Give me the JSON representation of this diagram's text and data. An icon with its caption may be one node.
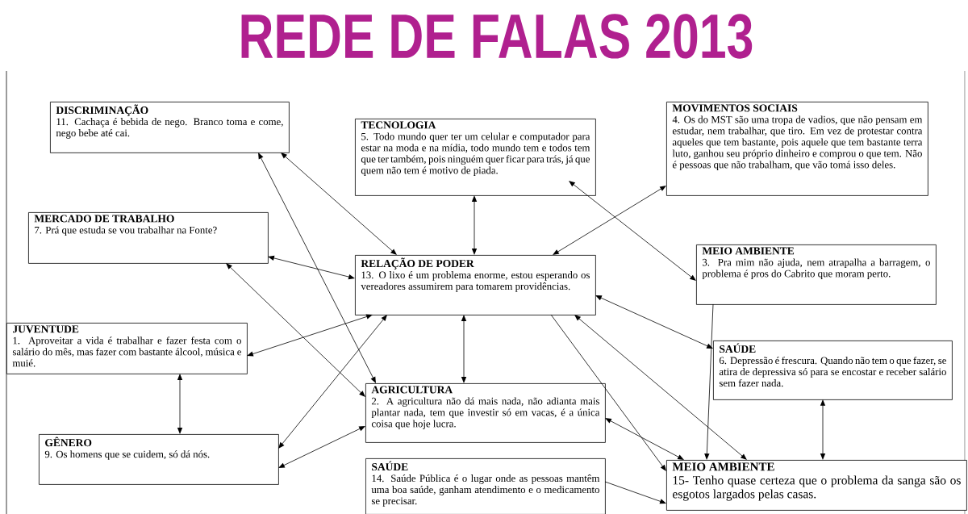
{
  "diagram": {
    "title": "REDE DE FALAS 2013",
    "nodes": [
      {
        "text": [
          "DISCRIMINAÇÃO",
          "11. Cachaça é bebida de nego. Branco toma e come, nego bebe até cai."
        ]
      },
      {
        "text": [
          "TECNOLOGIA",
          "5. Todo mundo quer ter um celular e computador para estar na moda e na mídia, todo mundo tem e todos tem que ter também, pois ninguém quer ficar para trás, já que quem não tem é motivo de piada."
        ]
      },
      {
        "text": [
          "MOVIMENTOS SOCIAIS",
          "4. Os do MST são uma tropa de vadios, que não pensam em estudar, nem trabalhar, que tiro. Em vez de protestar contra aqueles que tem bastante, pois aquele que tem bastante terra luto, ganhou seu próprio dinheiro e comprou o que tem. Não é pessoas que não trabalham, que vão tomá isso deles."
        ]
      },
      {
        "text": [
          "MERCADO DE TRABALHO",
          "7. Prá que estuda se vou trabalhar na Fonte?"
        ]
      },
      {
        "text": [
          "RELAÇÃO DE PODER",
          "13. O lixo é um problema enorme, estou esperando os vereadores assumirem para tomarem providências."
        ]
      },
      {
        "text": [
          "MEIO AMBIENTE",
          "3. Pra mim não ajuda, nem atrapalha a barragem, o problema é pros do Cabrito que moram perto."
        ]
      },
      {
        "text": [
          "JUVENTUDE",
          "1. Aproveitar a vida é trabalhar e fazer festa com o salário do mês, mas fazer com bastante álcool, música e muié."
        ]
      },
      {
        "text": [
          "SAÚDE",
          "6. Depressão é frescura. Quando não tem o que fazer, se atira de depressiva só para se encostar e receber salário sem fazer nada."
        ]
      },
      {
        "text": [
          "AGRICULTURA",
          "2. A agricultura não dá mais nada, não adianta mais plantar nada, tem que investir só em vacas, é a única coisa que hoje lucra."
        ]
      },
      {
        "text": [
          "GÊNERO",
          "9. Os homens que se cuidem, só dá nós."
        ]
      },
      {
        "text": [
          "SAÚDE",
          "14. Saúde Pública é o lugar onde as pessoas mantêm uma boa saúde, ganham atendimento e o medicamento se precisar."
        ]
      },
      {
        "text": [
          "MEIO AMBIENTE",
          "15- Tenho quase certeza que o problema da sanga são os esgotos largados pelas casas."
        ]
      }
    ],
    "edges": [
      {
        "from": 0,
        "to": 4,
        "arrow": "both"
      },
      {
        "from": 0,
        "to": 8,
        "arrow": "both"
      },
      {
        "from": 3,
        "to": 4,
        "arrow": "both"
      },
      {
        "from": 3,
        "to": 8,
        "arrow": "both"
      },
      {
        "from": 1,
        "to": 4,
        "arrow": "both"
      },
      {
        "from": 4,
        "to": 2,
        "arrow": "both"
      },
      {
        "from": 1,
        "to": 5,
        "arrow": "both"
      },
      {
        "from": 4,
        "to": 6,
        "arrow": "both"
      },
      {
        "from": 4,
        "to": 9,
        "arrow": "both"
      },
      {
        "from": 4,
        "to": 8,
        "arrow": "both"
      },
      {
        "from": 8,
        "to": 9,
        "arrow": "both"
      },
      {
        "from": 6,
        "to": 9,
        "arrow": "both"
      },
      {
        "from": 4,
        "to": 11,
        "arrow": "to"
      },
      {
        "from": 4,
        "to": 11,
        "arrow": "both"
      },
      {
        "from": 4,
        "to": 7,
        "arrow": "both"
      },
      {
        "from": 5,
        "to": 11,
        "arrow": "to"
      },
      {
        "from": 7,
        "to": 11,
        "arrow": "both"
      },
      {
        "from": 8,
        "to": 11,
        "arrow": "both"
      },
      {
        "from": 10,
        "to": 11,
        "arrow": "to"
      }
    ]
  }
}
